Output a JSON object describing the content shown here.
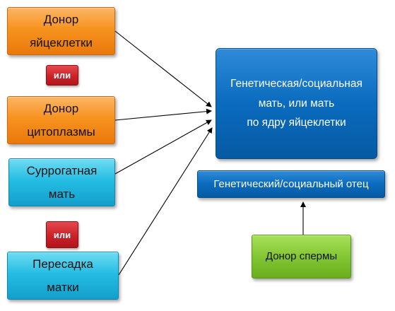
{
  "boxes": {
    "egg_donor": "Донор\nяйцеклетки",
    "cytoplasm_donor": "Донор\nцитоплазмы",
    "surrogate_mother": "Суррогатная\nмать",
    "uterus_transplant": "Пересадка\nматки",
    "genetic_mother": "Генетическая/социальная\nмать, или мать\nпо ядру яйцеклетки",
    "genetic_father": "Генетический/социальный отец",
    "sperm_donor": "Донор спермы"
  },
  "or_labels": {
    "first": "или",
    "second": "или"
  },
  "colors": {
    "orange": "#f7931e",
    "teal": "#25bde3",
    "blue": "#0a6bbe",
    "green": "#83c633",
    "red": "#cc2127"
  }
}
